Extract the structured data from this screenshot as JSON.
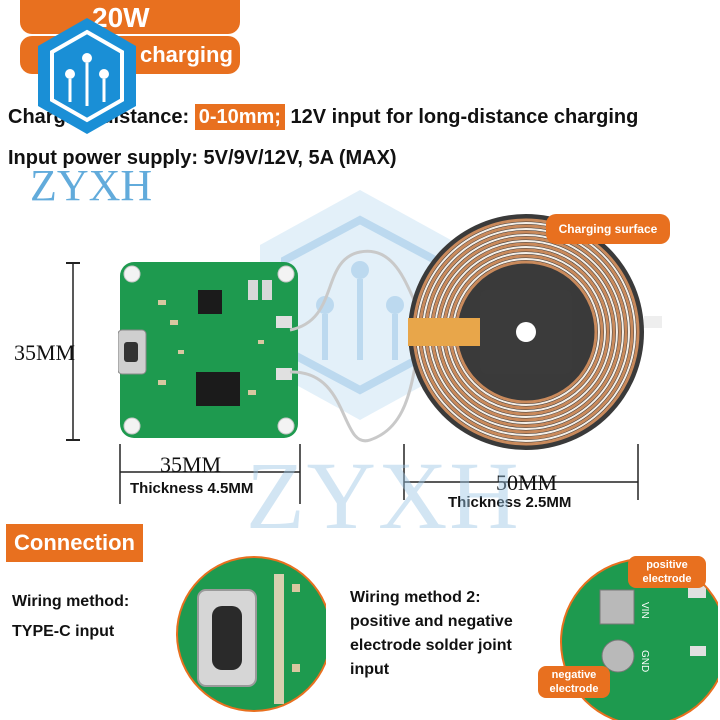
{
  "header": {
    "power_badge": "20W",
    "charging_badge": "charging"
  },
  "spec_lines": {
    "distance_prefix": "Charging distance:",
    "distance_value": "0-10mm;",
    "distance_suffix": "12V input for long-distance charging",
    "input_line": "Input power supply: 5V/9V/12V, 5A (MAX)"
  },
  "brand": {
    "logo_text": "ZYXH",
    "watermark_text": "ZYXH"
  },
  "board": {
    "height_label": "35MM",
    "width_label": "35MM",
    "thickness_label": "Thickness 4.5MM"
  },
  "coil": {
    "charging_surface_label": "Charging surface",
    "diameter_label": "50MM",
    "thickness_label": "Thickness 2.5MM"
  },
  "connection": {
    "section_title": "Connection",
    "method1_line1": "Wiring method:",
    "method1_line2": "TYPE-C input",
    "method2_line1": "Wiring method 2:",
    "method2_line2": "positive and negative",
    "method2_line3": "electrode solder joint",
    "method2_line4": "input",
    "positive_tag_line1": "positive",
    "positive_tag_line2": "electrode",
    "negative_tag_line1": "negative",
    "negative_tag_line2": "electrode",
    "pcb_pad_labels": [
      "VIN",
      "GND"
    ]
  },
  "colors": {
    "accent": "#e8701f",
    "pcb_green": "#1e9a4f",
    "coil_copper": "#c98a5c",
    "logo_blue": "#1a8fd6"
  }
}
